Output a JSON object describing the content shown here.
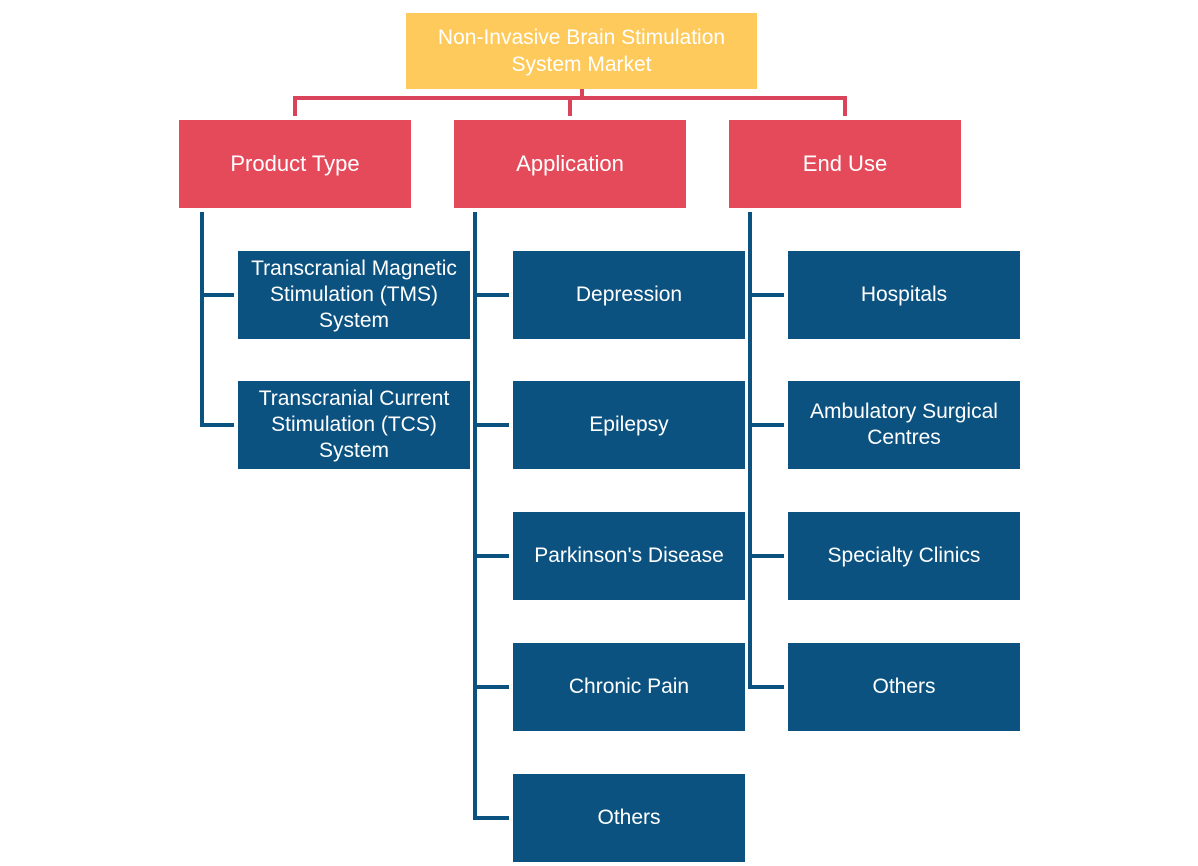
{
  "root": {
    "title": "Non-Invasive Brain Stimulation System Market"
  },
  "categories": [
    {
      "label": "Product Type",
      "items": [
        "Transcranial Magnetic Stimulation (TMS) System",
        "Transcranial Current Stimulation (TCS) System"
      ]
    },
    {
      "label": "Application",
      "items": [
        "Depression",
        "Epilepsy",
        "Parkinson's Disease",
        "Chronic Pain",
        "Others"
      ]
    },
    {
      "label": "End Use",
      "items": [
        "Hospitals",
        "Ambulatory Surgical Centres",
        "Specialty Clinics",
        "Others"
      ]
    }
  ],
  "colors": {
    "root": "#ffca5c",
    "category": "#e44a5a",
    "leaf": "#0b5281",
    "connector_top": "#d9445a",
    "connector_leaf": "#0b5281"
  }
}
